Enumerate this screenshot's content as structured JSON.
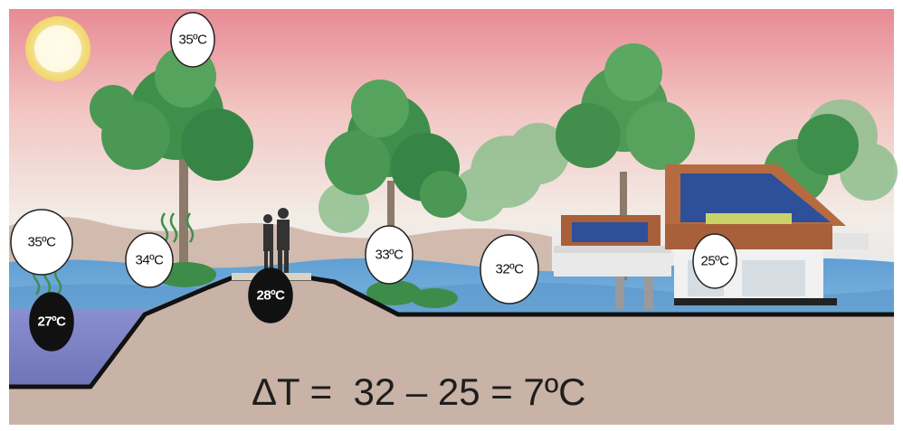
{
  "labels": {
    "sky_tree_top": "35ºC",
    "left_air": "35ºC",
    "water": "27ºC",
    "embankment_tree": "34ºC",
    "path_ground": "28ºC",
    "middle_tree": "33ºC",
    "open_ground": "32ºC",
    "house": "25ºC"
  },
  "formula": "ΔT =  32 – 25 = 7ºC",
  "colors": {
    "sky_top": "#e88a94",
    "sky_bottom": "#f3f0ea",
    "water": "#6aa6d6",
    "ground": "#c9b2a6",
    "foliage": "#3f8f4c",
    "sun": "#f5e27a",
    "roof_panels": "#2e4f9a",
    "house_trim": "#b56b3f"
  },
  "icons": {
    "sun": "sun-icon",
    "heat_waves": "heat-wave-icon",
    "people": "people-silhouette-icon",
    "house": "house-icon"
  }
}
